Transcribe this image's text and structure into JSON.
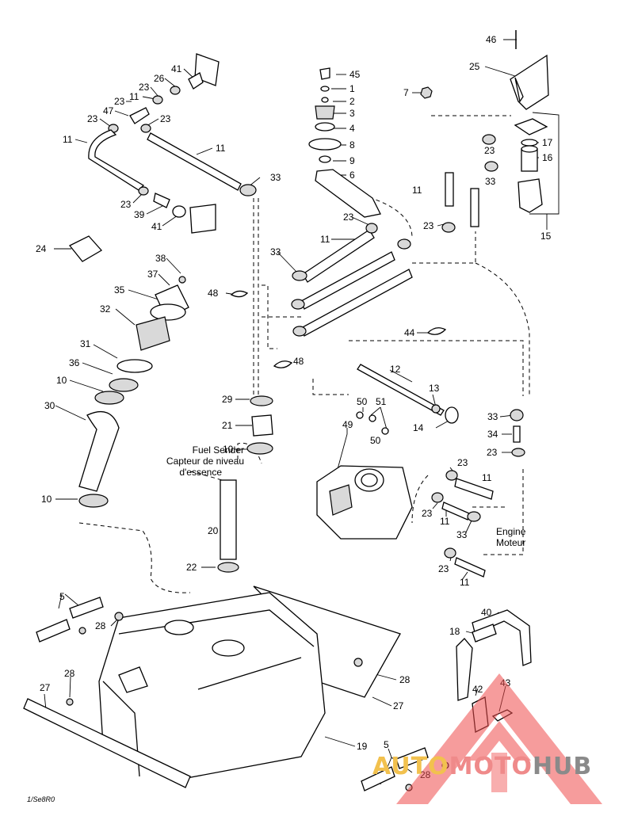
{
  "diagram": {
    "callouts": [
      {
        "id": "c46",
        "text": "46"
      },
      {
        "id": "c25",
        "text": "25"
      },
      {
        "id": "c7",
        "text": "7"
      },
      {
        "id": "c17",
        "text": "17"
      },
      {
        "id": "c16",
        "text": "16"
      },
      {
        "id": "c15",
        "text": "15"
      },
      {
        "id": "c45",
        "text": "45"
      },
      {
        "id": "c1",
        "text": "1"
      },
      {
        "id": "c2",
        "text": "2"
      },
      {
        "id": "c3",
        "text": "3"
      },
      {
        "id": "c4",
        "text": "4"
      },
      {
        "id": "c8",
        "text": "8"
      },
      {
        "id": "c9",
        "text": "9"
      },
      {
        "id": "c6",
        "text": "6"
      },
      {
        "id": "c41a",
        "text": "41"
      },
      {
        "id": "c26",
        "text": "26"
      },
      {
        "id": "c23a",
        "text": "23"
      },
      {
        "id": "c11a",
        "text": "11"
      },
      {
        "id": "c23b",
        "text": "23"
      },
      {
        "id": "c47",
        "text": "47"
      },
      {
        "id": "c23c",
        "text": "23"
      },
      {
        "id": "c23d",
        "text": "23"
      },
      {
        "id": "c11b",
        "text": "11"
      },
      {
        "id": "c11c",
        "text": "11"
      },
      {
        "id": "c33a",
        "text": "33"
      },
      {
        "id": "c23e",
        "text": "23"
      },
      {
        "id": "c39",
        "text": "39"
      },
      {
        "id": "c41b",
        "text": "41"
      },
      {
        "id": "c23f",
        "text": "23"
      },
      {
        "id": "c11d",
        "text": "11"
      },
      {
        "id": "c23g",
        "text": "23"
      },
      {
        "id": "c33b",
        "text": "33"
      },
      {
        "id": "c11e",
        "text": "11"
      },
      {
        "id": "c23h",
        "text": "23"
      },
      {
        "id": "c24",
        "text": "24"
      },
      {
        "id": "c38",
        "text": "38"
      },
      {
        "id": "c37",
        "text": "37"
      },
      {
        "id": "c35",
        "text": "35"
      },
      {
        "id": "c48a",
        "text": "48"
      },
      {
        "id": "c32",
        "text": "32"
      },
      {
        "id": "c44",
        "text": "44"
      },
      {
        "id": "c31",
        "text": "31"
      },
      {
        "id": "c48b",
        "text": "48"
      },
      {
        "id": "c36",
        "text": "36"
      },
      {
        "id": "c12",
        "text": "12"
      },
      {
        "id": "c10a",
        "text": "10"
      },
      {
        "id": "c13",
        "text": "13"
      },
      {
        "id": "c29",
        "text": "29"
      },
      {
        "id": "c50a",
        "text": "50"
      },
      {
        "id": "c51",
        "text": "51"
      },
      {
        "id": "c30",
        "text": "30"
      },
      {
        "id": "c33c",
        "text": "33"
      },
      {
        "id": "c14",
        "text": "14"
      },
      {
        "id": "c49",
        "text": "49"
      },
      {
        "id": "c21",
        "text": "21"
      },
      {
        "id": "c50b",
        "text": "50"
      },
      {
        "id": "c34",
        "text": "34"
      },
      {
        "id": "c10b",
        "text": "10"
      },
      {
        "id": "c23i",
        "text": "23"
      },
      {
        "id": "c23j",
        "text": "23"
      },
      {
        "id": "c11f",
        "text": "11"
      },
      {
        "id": "c10c",
        "text": "10"
      },
      {
        "id": "c23k",
        "text": "23"
      },
      {
        "id": "c11g",
        "text": "11"
      },
      {
        "id": "c33d",
        "text": "33"
      },
      {
        "id": "c20",
        "text": "20"
      },
      {
        "id": "c23l",
        "text": "23"
      },
      {
        "id": "c22",
        "text": "22"
      },
      {
        "id": "c11h",
        "text": "11"
      },
      {
        "id": "c5a",
        "text": "5"
      },
      {
        "id": "c40",
        "text": "40"
      },
      {
        "id": "c28a",
        "text": "28"
      },
      {
        "id": "c18",
        "text": "18"
      },
      {
        "id": "c42",
        "text": "42"
      },
      {
        "id": "c43",
        "text": "43"
      },
      {
        "id": "c27a",
        "text": "27"
      },
      {
        "id": "c28b",
        "text": "28"
      },
      {
        "id": "c28c",
        "text": "28"
      },
      {
        "id": "c27b",
        "text": "27"
      },
      {
        "id": "c19",
        "text": "19"
      },
      {
        "id": "c5b",
        "text": "5"
      },
      {
        "id": "c28d",
        "text": "28"
      }
    ],
    "labels": {
      "fuel_sender_en": "Fuel Sender",
      "fuel_sender_fr1": "Capteur de niveau",
      "fuel_sender_fr2": "d'essence",
      "engine_en": "Engine",
      "engine_fr": "Moteur"
    },
    "drawing_code": "1/Se8R0"
  },
  "watermark": {
    "text_part1": "AUTO",
    "text_part2": "MOTO",
    "text_part3": "HUB",
    "colors": {
      "part1": "#f2c14e",
      "part2": "#ef8a8a",
      "part3": "#8a8a8a",
      "triangle": "#ef4b4b"
    }
  }
}
